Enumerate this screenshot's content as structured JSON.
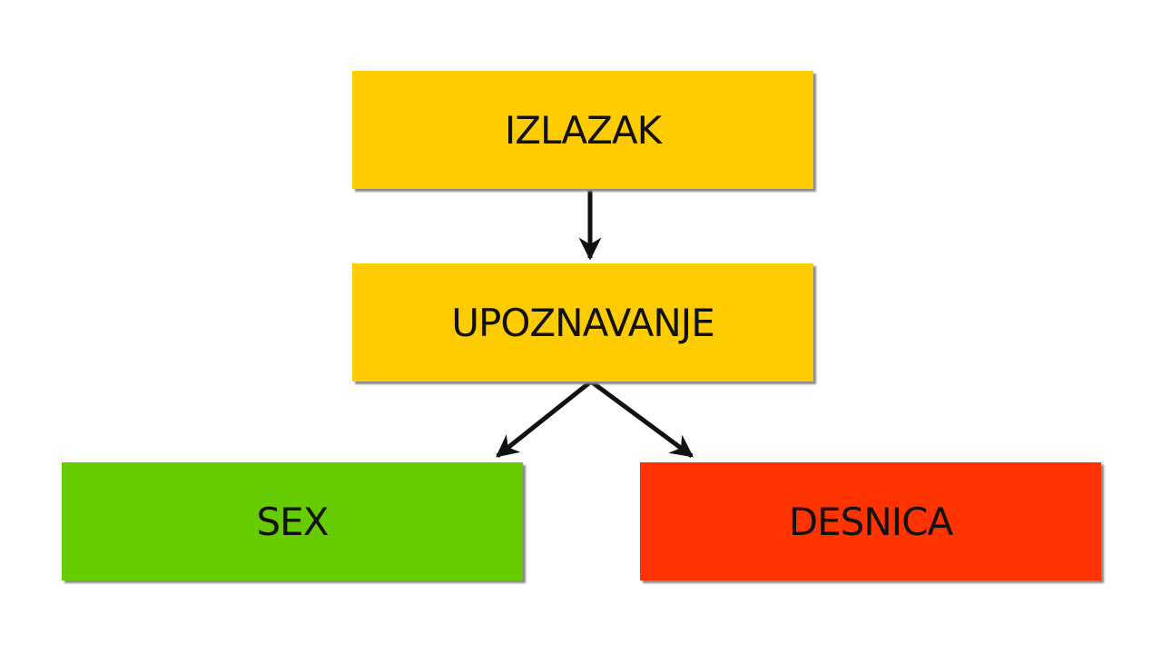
{
  "nodes": {
    "izlazak": {
      "label": "IZLAZAK",
      "color": "#FFCC00"
    },
    "upoznavanje": {
      "label": "UPOZNAVANJE",
      "color": "#FFCC00"
    },
    "sex": {
      "label": "SEX",
      "color": "#66CC00"
    },
    "desnica": {
      "label": "DESNICA",
      "color": "#FF3300"
    }
  },
  "edges": [
    {
      "from": "IZLAZAK",
      "to": "UPOZNAVANJE"
    },
    {
      "from": "UPOZNAVANJE",
      "to": "SEX"
    },
    {
      "from": "UPOZNAVANJE",
      "to": "DESNICA"
    }
  ]
}
